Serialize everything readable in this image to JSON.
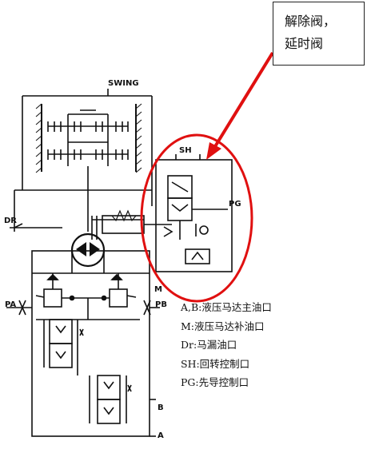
{
  "callout": {
    "line1": "解除阀，",
    "line2": "延时阀"
  },
  "labels": {
    "swing": "SWING",
    "sh": "SH",
    "pg": "PG",
    "dr": "DR",
    "m": "M",
    "pa": "PA",
    "pb": "PB",
    "b": "B",
    "a": "A"
  },
  "legend": [
    "A,B:液压马达主油口",
    "M:液压马达补油口",
    "Dr:马漏油口",
    "SH:回转控制口",
    "PG:先导控制口"
  ],
  "colors": {
    "highlight": "#e01010",
    "line": "#111111"
  }
}
